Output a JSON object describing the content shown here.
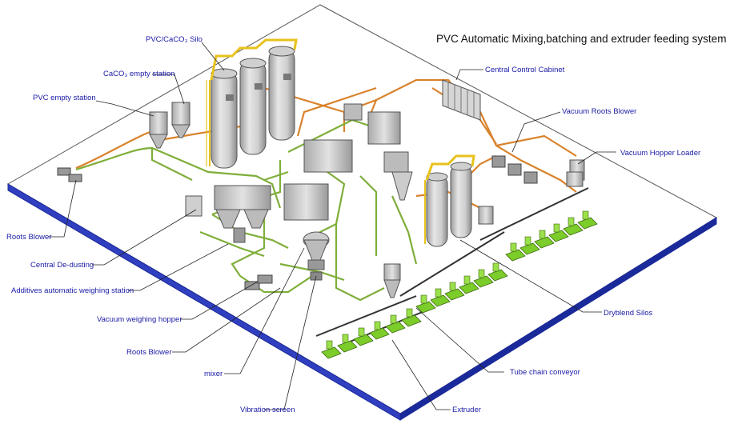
{
  "title": "PVC Automatic Mixing,batching and extruder feeding system",
  "labels": {
    "pvc_caco3_silo": "PVC/CaCO₃ Silo",
    "caco3_empty_station": "CaCO₃ empty station",
    "pvc_empty_station": "PVC empty station",
    "central_control_cabinet": "Central Control Cabinet",
    "vacuum_roots_blower": "Vacuum Roots Blower",
    "vacuum_hopper_loader": "Vacuum Hopper Loader",
    "roots_blower_left": "Roots Blower",
    "central_de_dusting": "Central De-dusting",
    "additives_weighing": "Additives automatic weighing station",
    "vacuum_weighing_hopper": "Vacuum weighing hopper",
    "roots_blower_bottom": "Roots Blower",
    "mixer": "mixer",
    "vibration_screen": "Vibration screen",
    "dryblend_silos": "Dryblend Silos",
    "tube_chain_conveyor": "Tube chain conveyor",
    "extruder": "Extruder"
  },
  "colors": {
    "floor": "#ffffff",
    "floor_edge": "#2f3fbf",
    "floor_edge_dark": "#1b2a9a",
    "orange_pipe": "#d9822b",
    "green_pipe": "#7fae3a",
    "silo": "#d8d8d8",
    "ladder": "#e8c21c",
    "extruder": "#7ccc2a",
    "label": "#1a1aa6",
    "leader": "#222222"
  }
}
